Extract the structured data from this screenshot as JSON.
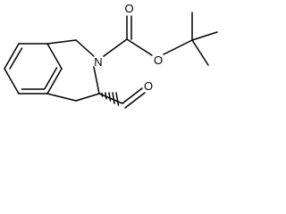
{
  "molecule": {
    "atoms": {
      "ring_nitrogen": "N",
      "carbonyl_oxygen": "O",
      "ester_oxygen": "O",
      "aldehyde_oxygen": "O"
    },
    "colors": {
      "bond": "#000000",
      "label": "#000000",
      "background": "#ffffff"
    }
  }
}
